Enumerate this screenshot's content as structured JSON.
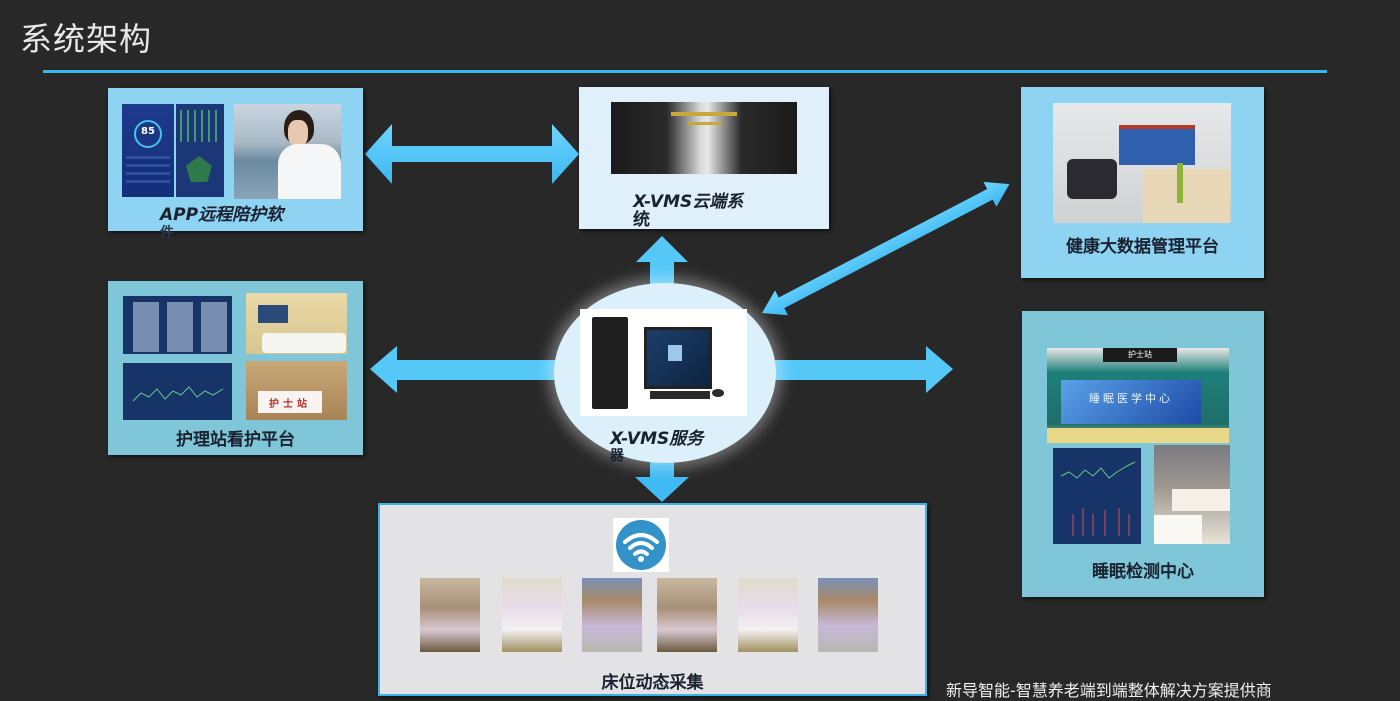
{
  "page": {
    "title": "系统架构",
    "footer": "新导智能-智慧养老端到端整体解决方案提供商"
  },
  "nodes": {
    "app": {
      "label_line1": "APP远程陪护软",
      "label_line2": "件",
      "phone_score": "85",
      "icon": "phone-app-screenshot"
    },
    "cloud": {
      "label_line1": "X-VMS云端系",
      "label_line2": "统",
      "icon": "datacenter-photo"
    },
    "health": {
      "label": "健康大数据管理平台",
      "icon": "control-room-photo"
    },
    "nurse": {
      "label": "护理站看护平台",
      "sign": "护士站",
      "icon": "nurse-station-photo"
    },
    "server": {
      "label_line1": "X-VMS服务",
      "label_line2": "器",
      "icon": "desktop-computer"
    },
    "sleep": {
      "label": "睡眠检测中心",
      "sign": "护士站",
      "screen_text": "睡眠医学中心",
      "icon": "sleep-center-photo"
    },
    "bed": {
      "label": "床位动态采集",
      "icon": "wifi-icon",
      "bed_count": 6
    }
  },
  "colors": {
    "accent": "#38b6ea",
    "arrow": "#55c8f8",
    "background": "#282828",
    "panel_blue": "#8fd3f3",
    "panel_teal": "#7fc6d8",
    "panel_pale": "#dff0fb"
  }
}
